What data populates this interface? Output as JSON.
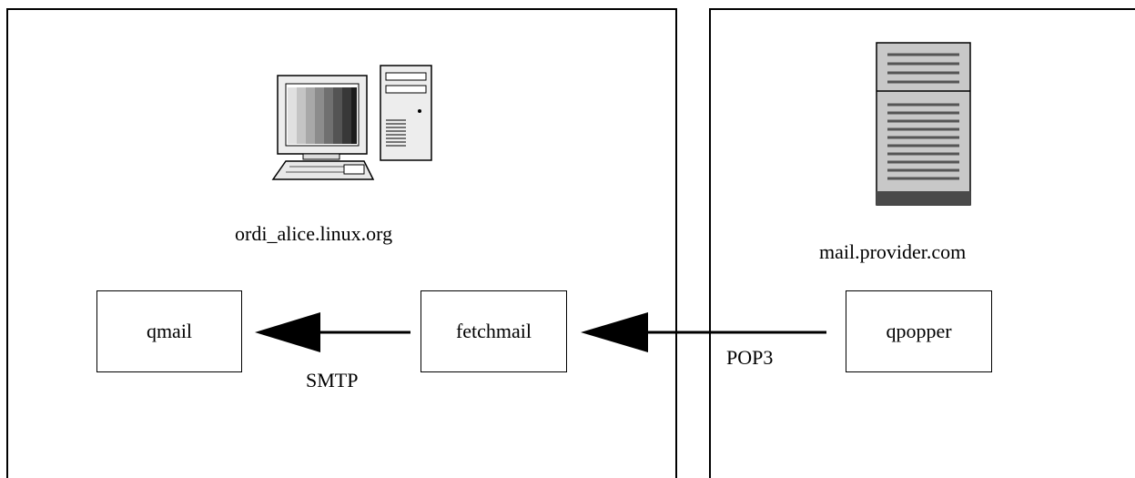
{
  "hosts": {
    "left": {
      "name": "ordi_alice.linux.org",
      "icon": "desktop-computer-icon"
    },
    "right": {
      "name": "mail.provider.com",
      "icon": "server-tower-icon"
    }
  },
  "components": {
    "qmail": "qmail",
    "fetchmail": "fetchmail",
    "qpopper": "qpopper"
  },
  "protocols": {
    "smtp": "SMTP",
    "pop3": "POP3"
  },
  "arrows": [
    {
      "from": "qpopper",
      "to": "fetchmail",
      "label": "POP3"
    },
    {
      "from": "fetchmail",
      "to": "qmail",
      "label": "SMTP"
    }
  ],
  "colors": {
    "line": "#000000",
    "background": "#ffffff",
    "server_body": "#c8c8c8",
    "server_base": "#4a4a4a"
  }
}
